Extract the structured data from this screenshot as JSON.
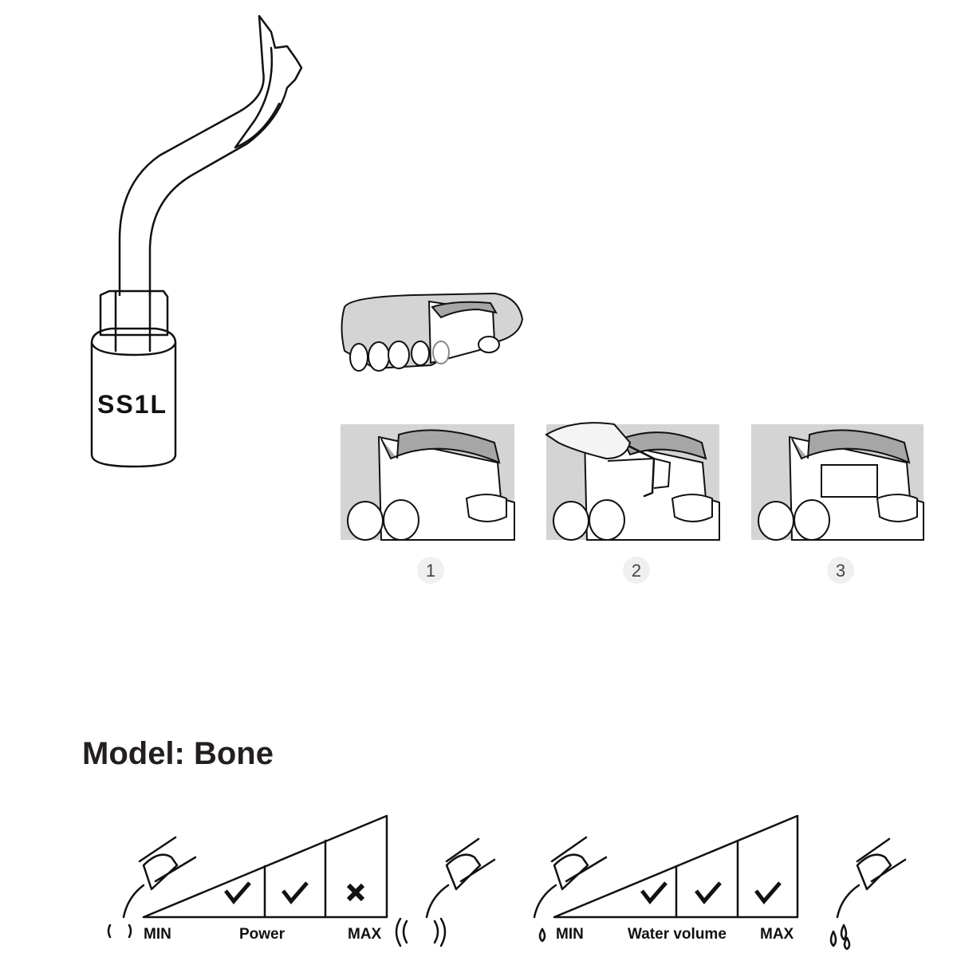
{
  "tip": {
    "model_code": "SS1L"
  },
  "steps": [
    {
      "number": "1"
    },
    {
      "number": "2"
    },
    {
      "number": "3"
    }
  ],
  "model": {
    "title": "Model: Bone"
  },
  "power_scale": {
    "min_label": "MIN",
    "label": "Power",
    "max_label": "MAX",
    "levels": [
      "check",
      "check",
      "cross"
    ]
  },
  "water_scale": {
    "min_label": "MIN",
    "label": "Water volume",
    "max_label": "MAX",
    "levels": [
      "check",
      "check",
      "check"
    ]
  },
  "colors": {
    "gum": "#d4d4d4",
    "bone": "#a6a6a6",
    "line": "#111111"
  }
}
